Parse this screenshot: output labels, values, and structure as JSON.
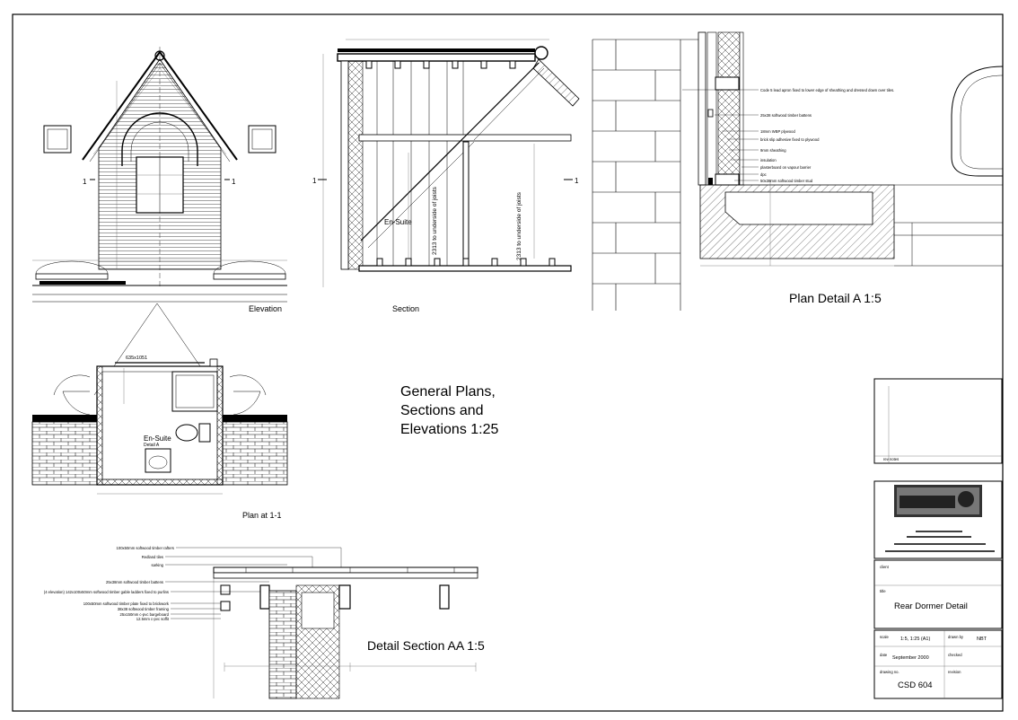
{
  "sheet": {
    "general_title": [
      "General Plans,",
      "Sections and",
      "Elevations   1:25"
    ]
  },
  "views": {
    "elevation_label": "Elevation",
    "section_label": "Section",
    "plan_detail_label": "Plan Detail A  1:5",
    "plan_label": "Plan at 1-1",
    "detail_section_label": "Detail Section AA  1:5"
  },
  "section": {
    "room_label": "En-Suite",
    "dim_left": "2313 to underside of joists",
    "dim_right": "2313 to underside of joists"
  },
  "plan": {
    "room_label": "En-Suite",
    "detail_ref": "Detail A",
    "window_size": "635x1051"
  },
  "plan_detail_notes": [
    "Code 5 lead apron fixed to lower edge of sheathing and dressed down over tiles.",
    "25x38 softwood timber battens",
    "18mm WBP plywood",
    "brick slip adhesive fixed to plywood",
    "9mm sheathing",
    "insulation",
    "plasterboard on vapour barrier",
    "dpc",
    "50x38mm softwood timber stud"
  ],
  "detail_section_notes": [
    "100x50mm softwood timber rafters",
    "Redland tiles",
    "sarking",
    "25x38mm softwood timber battens",
    "(4 elevation) 142x100x50mm softwood timber gable ladders fixed to purlins",
    "100x50mm softwood timber plate fixed to brickwork",
    "38x38 softwood timber framing",
    "25x150mm c-pvc bargeboard",
    "12.5mm c-pvc soffit"
  ],
  "title_block": {
    "rev_header": "rev  notes",
    "client_label": "client",
    "title_label": "title",
    "drawing_title": "Rear Dormer Detail",
    "scale_label": "scale",
    "scale_value": "1:5,  1:25  (A1)",
    "drawn_label": "drawn by",
    "drawn_value": "NBT",
    "date_label": "date",
    "date_value": "September 2000",
    "checked_label": "checked",
    "drawing_no_label": "drawing no.",
    "revision_label": "revision",
    "drawing_no": "CSD 604"
  }
}
